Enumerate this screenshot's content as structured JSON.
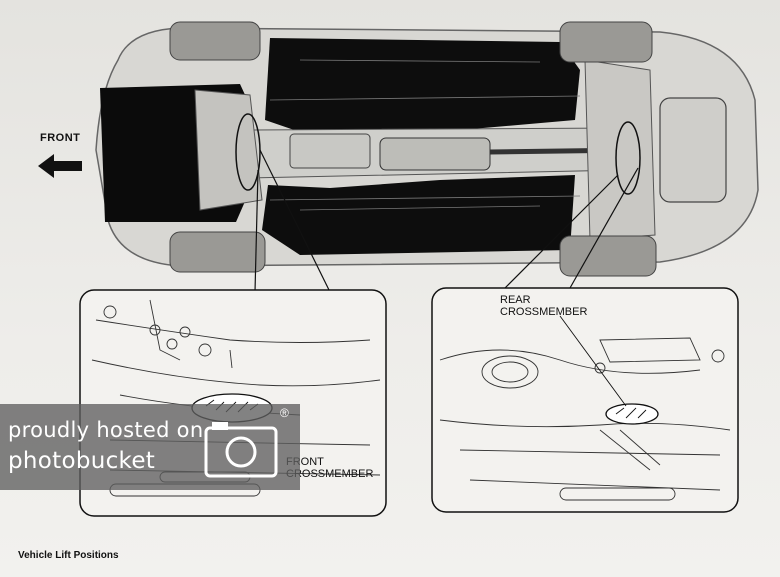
{
  "labels": {
    "front": "FRONT",
    "rear_crossmember_line1": "REAR",
    "rear_crossmember_line2": "CROSSMEMBER",
    "front_crossmember_line1": "FRONT",
    "front_crossmember_line2": "CROSSMEMBER",
    "caption": "Vehicle Lift Positions"
  },
  "watermark": {
    "line1": "proudly hosted on",
    "line2": "photobucket",
    "registered_mark": "®",
    "logo_icon": "photobucket-camera-icon"
  },
  "icons": {
    "front_arrow": "left-arrow-icon"
  }
}
